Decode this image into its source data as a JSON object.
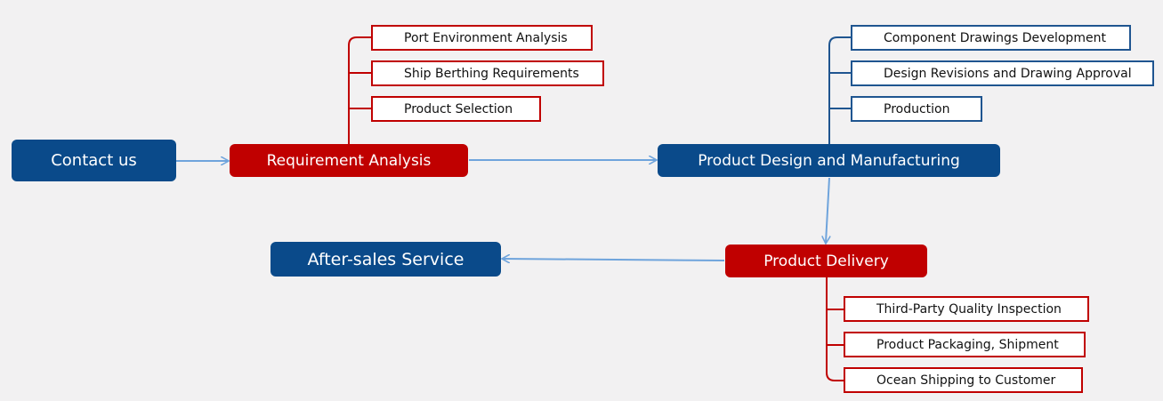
{
  "colors": {
    "blue": "#0a4a8a",
    "red": "#c00000",
    "blue_line": "#1f5590",
    "arrow": "#6fa4dc",
    "background": "#f2f1f2"
  },
  "nodes": {
    "contact": "Contact us",
    "requirement": "Requirement Analysis",
    "design": "Product Design and Manufacturing",
    "delivery": "Product Delivery",
    "after_sales": "After-sales Service"
  },
  "requirement_items": [
    "Port Environment Analysis",
    "Ship Berthing Requirements",
    "Product Selection"
  ],
  "design_items": [
    "Component Drawings Development",
    "Design Revisions and Drawing Approval",
    "Production"
  ],
  "delivery_items": [
    "Third-Party Quality Inspection",
    "Product Packaging, Shipment",
    "Ocean Shipping to Customer"
  ]
}
